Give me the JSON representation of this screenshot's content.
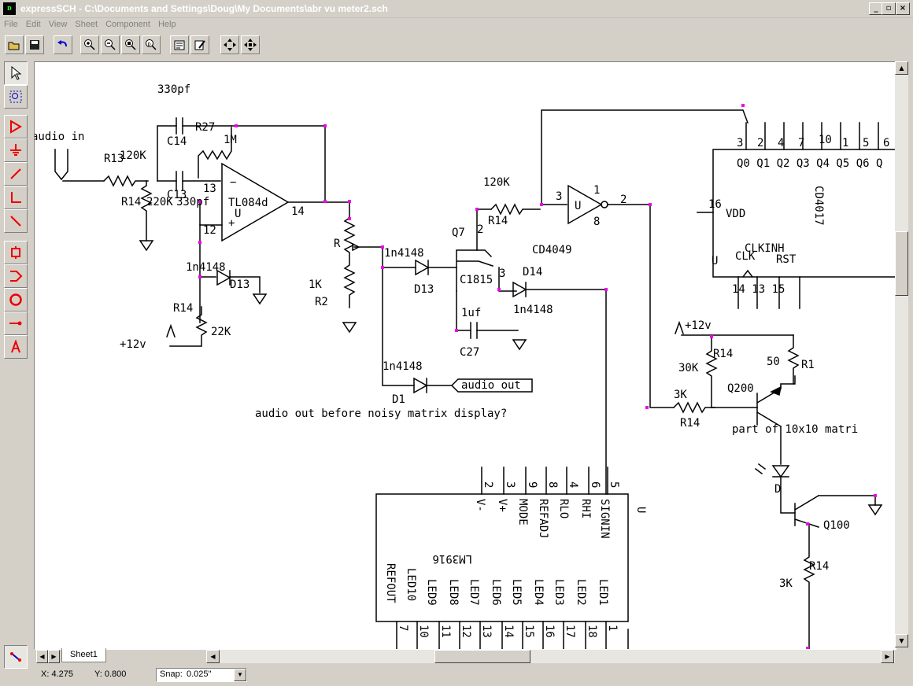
{
  "window": {
    "title": "expressSCH - C:\\Documents and Settings\\Doug\\My Documents\\abr vu meter2.sch",
    "icon_label": "ᴅ"
  },
  "menu": [
    "File",
    "Edit",
    "View",
    "Sheet",
    "Component",
    "Help"
  ],
  "toolbar": [
    "open-icon",
    "save-icon",
    "undo-icon",
    "zoom-in-icon",
    "zoom-out-icon",
    "zoom-area-icon",
    "zoom-fit-icon",
    "properties-icon",
    "edit-icon",
    "move-icon",
    "move-all-icon"
  ],
  "tools": [
    "select-icon",
    "zoom-select-icon",
    "component-icon",
    "ground-icon",
    "wire-icon",
    "bus-icon",
    "bus-entry-icon",
    "part-icon",
    "port-icon",
    "circle-icon",
    "pin-icon",
    "text-icon"
  ],
  "sheet_tab": "Sheet1",
  "status": {
    "x": "X: 4.275",
    "y": "Y: 0.800",
    "snap_label": "Snap:",
    "snap_value": "0.025\""
  },
  "schematic": {
    "labels": {
      "c330": "330pf",
      "audio_in": "audio in",
      "r27": "R27",
      "c14": "C14",
      "r1m": "1M",
      "r13": "R13",
      "r120k_a": "120K",
      "r14a": "R14",
      "r220k": "220K",
      "c13": "C13",
      "c330b": "330pf",
      "pin13": "13",
      "minus": "−",
      "tl084": "TL084d",
      "u_op": "U",
      "pin14": "14",
      "plus": "+",
      "pin12": "12",
      "d1n4148a": "1n4148",
      "d13a": "D13",
      "r14b": "R14",
      "r22k": "22K",
      "p12v_a": "+12v",
      "r_pot": "R",
      "r1k": "1K",
      "r2": "R2",
      "d1n4148b": "1n4148",
      "d13b": "D13",
      "q7": "Q7",
      "q7pin2": "2",
      "c1815": "C1815",
      "q7pin3": "3",
      "c1uf": "1uf",
      "c27": "C27",
      "d1n4148c": "1n4148",
      "d1": "D1",
      "audio_out": "audio out",
      "note": "audio out before noisy matrix display?",
      "r120k_b": "120K",
      "r14c": "R14",
      "inv_pin3": "3",
      "inv_pin1": "1",
      "inv_u": "U",
      "inv_pin8": "8",
      "inv_pin2": "2",
      "cd4049": "CD4049",
      "d14": "D14",
      "d1n4148d": "1n4148",
      "cd_pins": [
        "3",
        "2",
        "4",
        "7",
        "10",
        "1",
        "5",
        "6"
      ],
      "cd_outputs": "Q0 Q1 Q2 Q3 Q4 Q5 Q6 Q",
      "cd4017": "CD4017",
      "cd_pin16": "16",
      "vdd": "VDD",
      "clkinh": "CLKINH",
      "clk": "CLK",
      "rst": "RST",
      "cd_u": "U",
      "cd_bot_pins": "14 13 15",
      "p12v_b": "+12v",
      "r14d": "R14",
      "r30k": "30K",
      "r50": "50",
      "r1": "R1",
      "q200": "Q200",
      "r3k_a": "3K",
      "r14e": "R14",
      "part_of": "part of 10x10 matri",
      "led_d": "D",
      "q100": "Q100",
      "r14f": "R14",
      "r3k_b": "3K",
      "lm_top_pins": [
        "2",
        "3",
        "9",
        "8",
        "4",
        "6",
        "5"
      ],
      "lm_top_labels": [
        "V-",
        "V+",
        "MODE",
        "REFADJ",
        "RLO",
        "RHI",
        "SIGNIN"
      ],
      "lm_u": "U",
      "lm3916": "LM3916",
      "lm_bot_labels": [
        "REFOUT",
        "LED10",
        "LED9",
        "LED8",
        "LED7",
        "LED6",
        "LED5",
        "LED4",
        "LED3",
        "LED2",
        "LED1"
      ],
      "lm_bot_pins": [
        "7",
        "10",
        "11",
        "12",
        "13",
        "14",
        "15",
        "16",
        "17",
        "18",
        "1"
      ]
    }
  }
}
